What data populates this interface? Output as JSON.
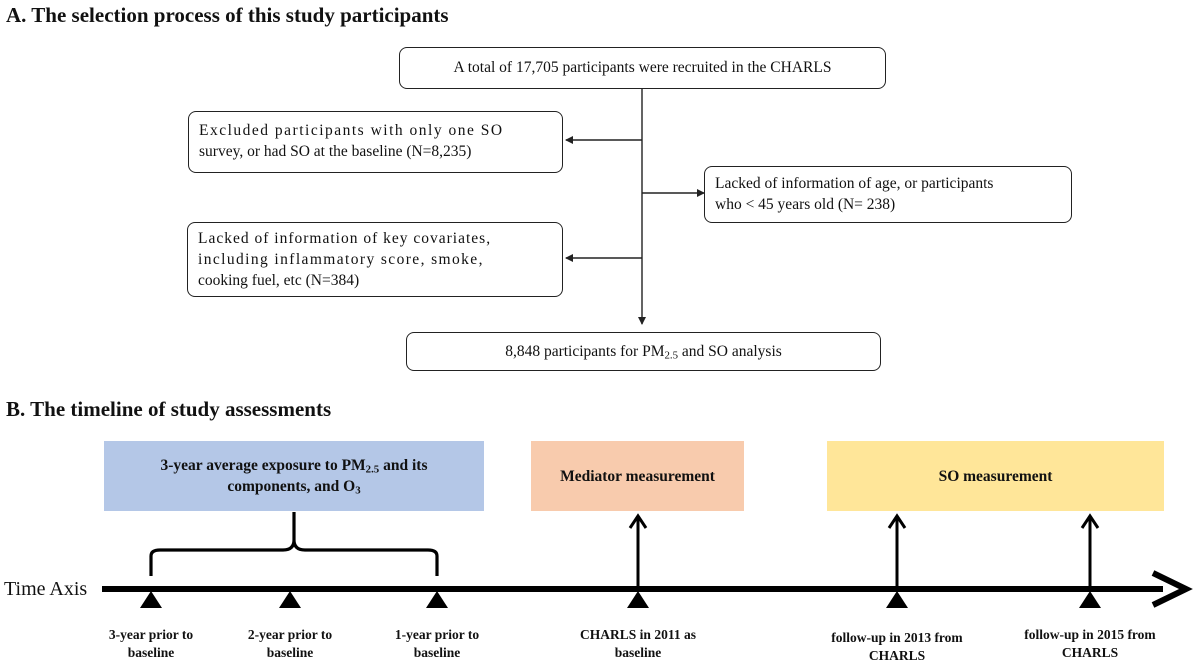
{
  "section_a": {
    "title": "A. The selection process of this study participants",
    "recruited": "A total of 17,705 participants were recruited in the CHARLS",
    "excluded_so": [
      "Excluded participants with only one SO",
      "survey, or had SO at the baseline (N=8,235)"
    ],
    "excluded_age": [
      "Lacked of information of age, or participants",
      "who < 45 years old (N= 238)"
    ],
    "excluded_covariates": [
      "Lacked of information of key covariates,",
      "including inflammatory score, smoke,",
      "cooking fuel, etc (N=384)"
    ],
    "final": {
      "pre": "8,848 participants for PM",
      "sub": "2.5",
      "post": " and SO analysis"
    }
  },
  "section_b": {
    "title": "B. The timeline of study assessments",
    "exposure_box": {
      "line1_pre": "3-year average exposure to PM",
      "line1_sub": "2.5",
      "line1_post": " and its",
      "line2_pre": "components, and O",
      "line2_sub": "3"
    },
    "mediator_box": "Mediator measurement",
    "so_box": "SO measurement",
    "axis_label": "Time Axis",
    "ticks": [
      [
        "3-year prior to",
        "baseline"
      ],
      [
        "2-year prior to",
        "baseline"
      ],
      [
        "1-year prior to",
        "baseline"
      ],
      [
        "CHARLS  in 2011 as",
        "baseline"
      ],
      [
        "follow-up in 2013 from",
        "CHARLS"
      ],
      [
        "follow-up in 2015 from",
        "CHARLS"
      ]
    ],
    "colors": {
      "exposure": "#b4c7e7",
      "mediator": "#f8cbad",
      "so": "#ffe699",
      "axis": "#000000"
    }
  }
}
